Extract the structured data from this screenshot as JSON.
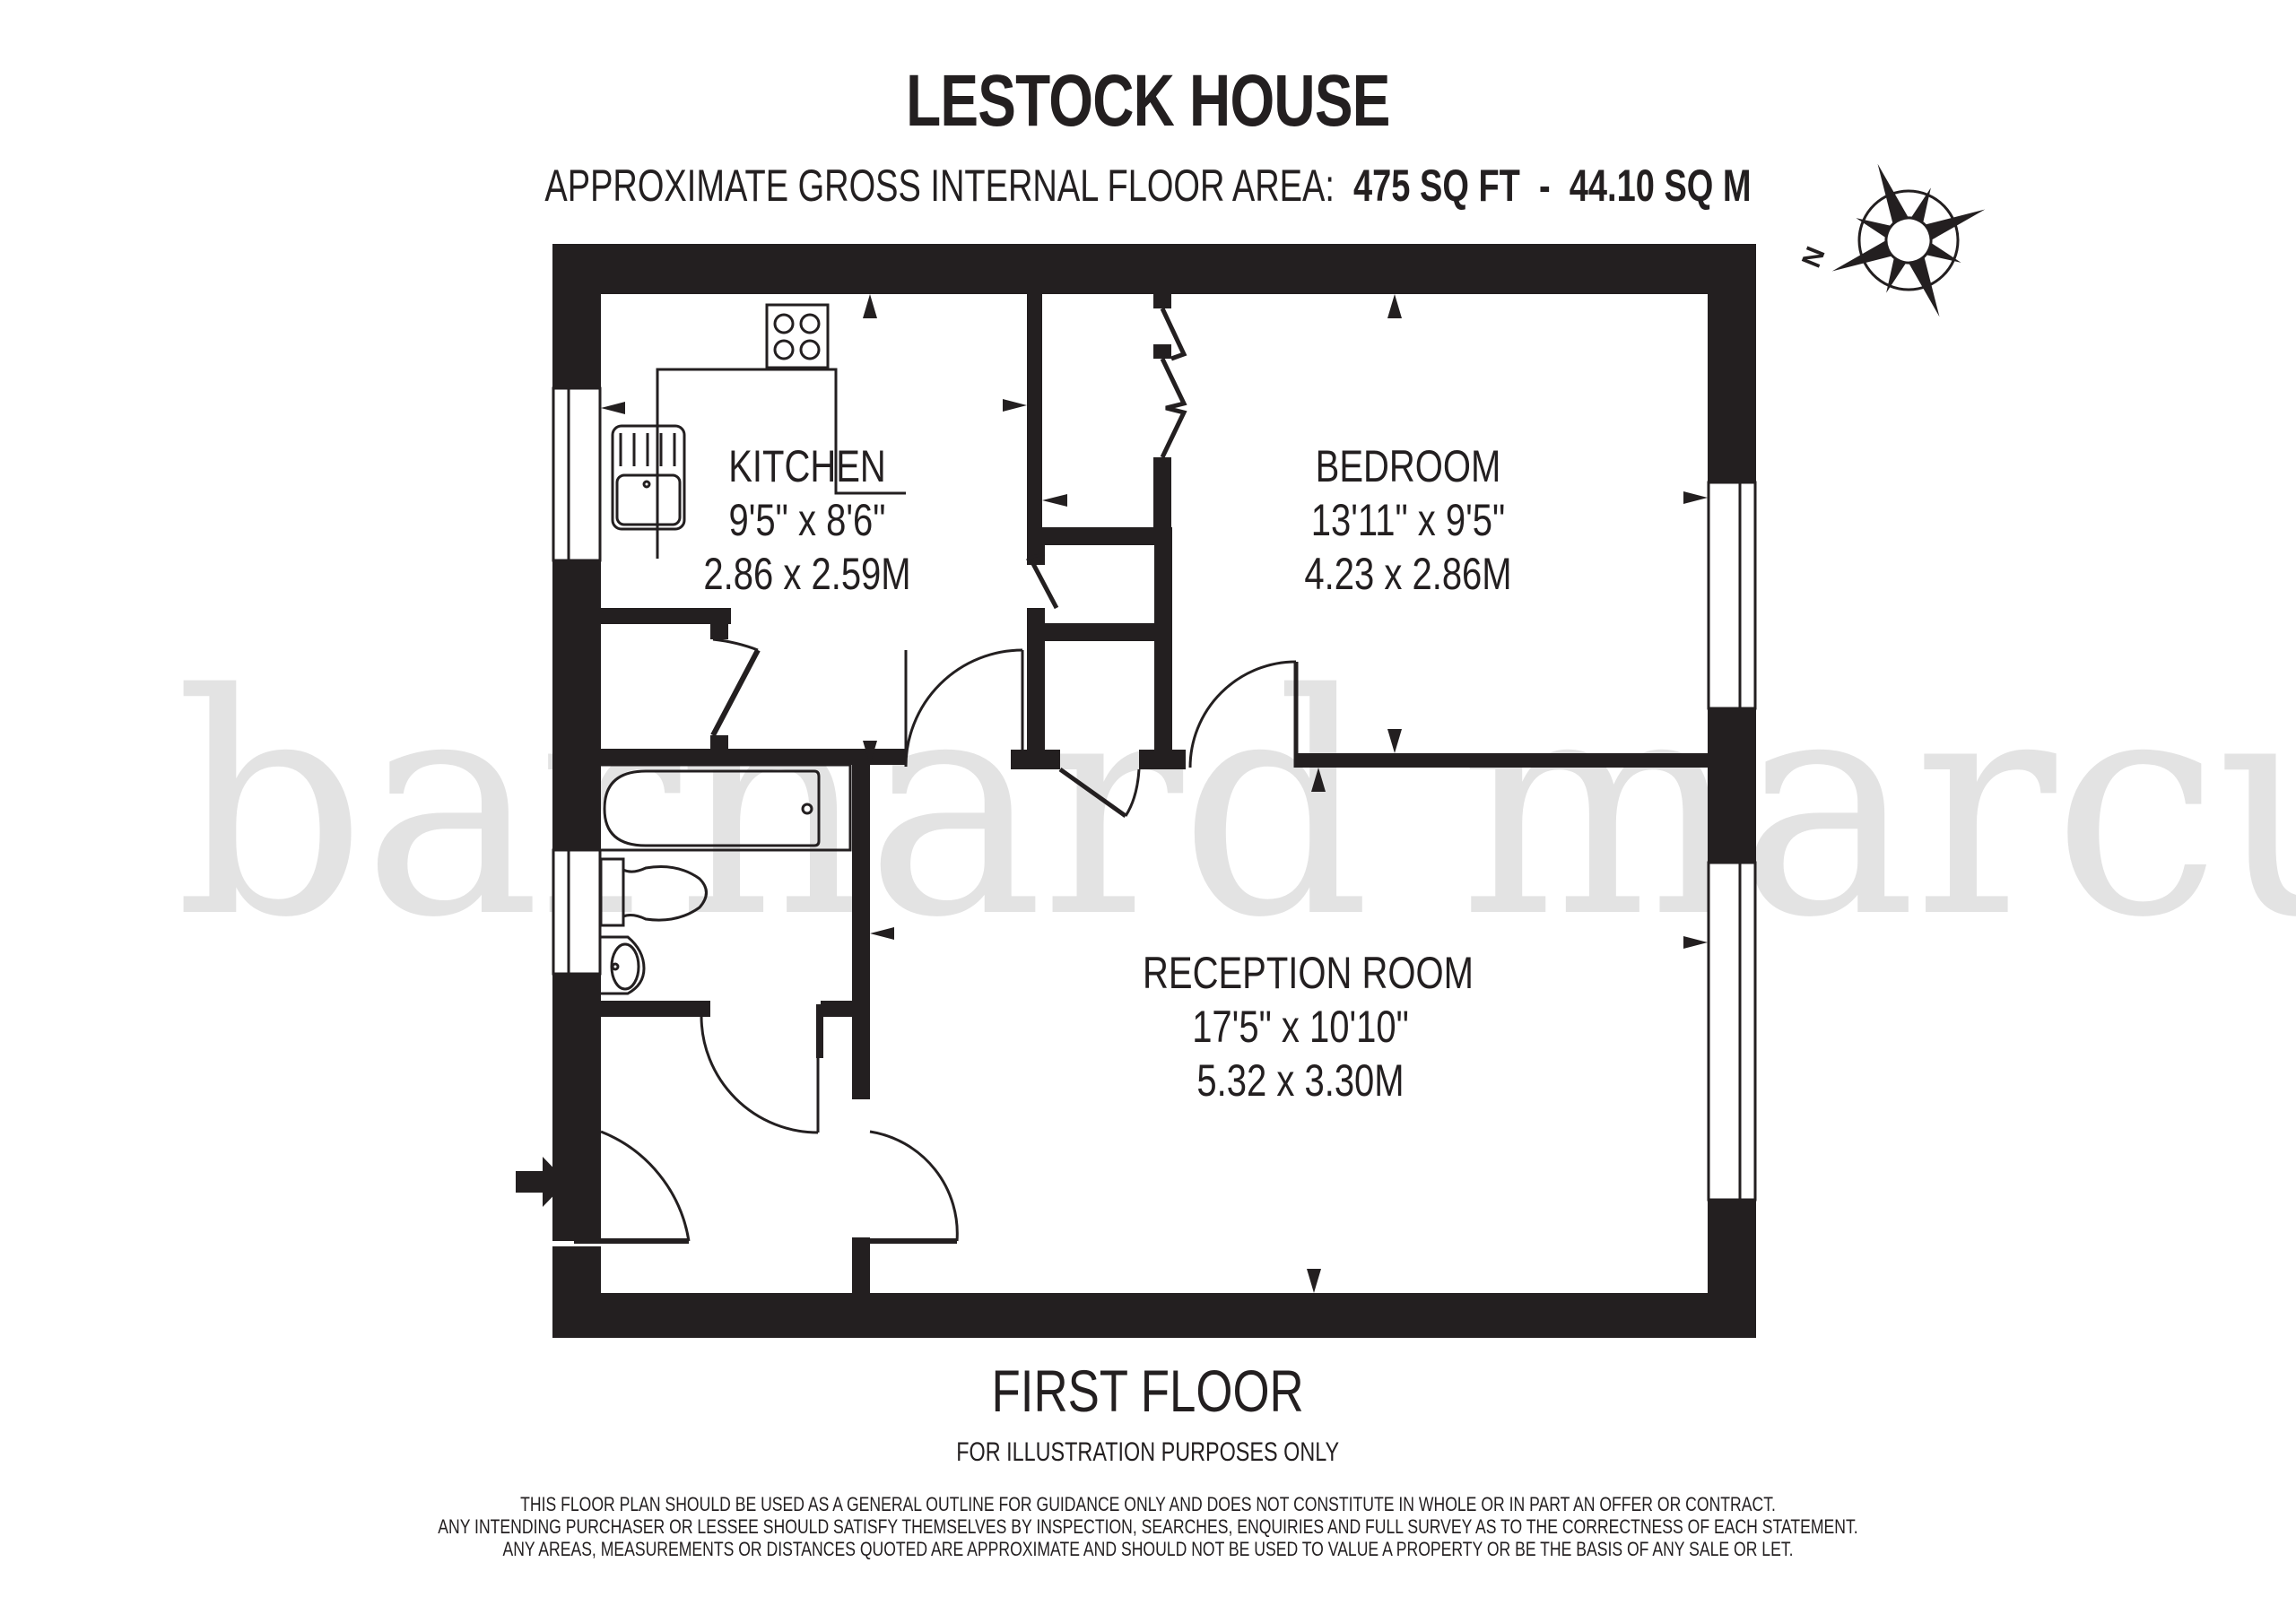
{
  "header": {
    "title": "LESTOCK HOUSE",
    "area_label": "APPROXIMATE GROSS INTERNAL FLOOR AREA:",
    "area_sqft": "475 SQ FT",
    "area_separator": "-",
    "area_sqm": "44.10 SQ M"
  },
  "compass": {
    "icon": "compass-rose-icon",
    "north_label": "N"
  },
  "watermark": {
    "text": "barnard marcus",
    "color": "#e3e3e3"
  },
  "rooms": [
    {
      "name": "KITCHEN",
      "imperial": "9'5\" x 8'6\"",
      "metric": "2.86 x 2.59M"
    },
    {
      "name": "BEDROOM",
      "imperial": "13'11\" x 9'5\"",
      "metric": "4.23 x 2.86M"
    },
    {
      "name": "RECEPTION ROOM",
      "imperial": "17'5\" x 10'10\"",
      "metric": "5.32 x 3.30M"
    }
  ],
  "fixtures": [
    "hob-icon",
    "sink-icon",
    "bath-icon",
    "toilet-icon",
    "basin-icon",
    "entrance-arrow-icon"
  ],
  "footer": {
    "floor_name": "FIRST FLOOR",
    "illustration_note": "FOR ILLUSTRATION PURPOSES ONLY",
    "disclaimer": [
      "THIS FLOOR PLAN SHOULD BE USED AS A GENERAL OUTLINE FOR GUIDANCE ONLY AND DOES NOT CONSTITUTE IN WHOLE OR IN PART AN OFFER OR CONTRACT.",
      "ANY INTENDING PURCHASER OR LESSEE SHOULD SATISFY THEMSELVES BY INSPECTION, SEARCHES, ENQUIRIES AND FULL SURVEY AS TO THE CORRECTNESS OF EACH STATEMENT.",
      "ANY AREAS, MEASUREMENTS OR DISTANCES QUOTED ARE APPROXIMATE AND SHOULD NOT BE USED TO VALUE A PROPERTY OR BE THE BASIS OF ANY SALE OR LET."
    ]
  },
  "colors": {
    "wall": "#231f20",
    "background": "#ffffff",
    "watermark": "#e3e3e3"
  }
}
